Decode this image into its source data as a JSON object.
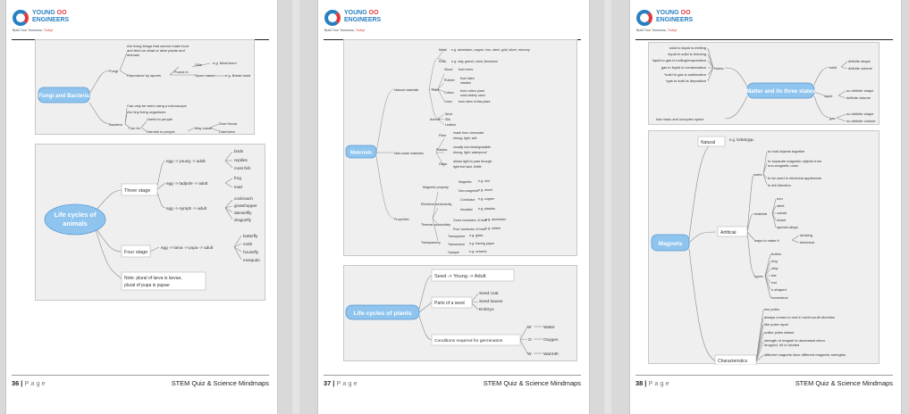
{
  "logo": {
    "line1": "YOUNG",
    "line1b": "OO",
    "line2": "ENGINEERS",
    "tagline": "Build Your Tomorrow,",
    "tagline_em": "Today!"
  },
  "footer": {
    "book_title": "STEM Quiz & Science Mindmaps",
    "page_word": "P a g e"
  },
  "pages": [
    {
      "number": "36",
      "maps": [
        {
          "central": "Fungi and Bacteria",
          "nodes": {
            "fungi": "Fungi",
            "fungi_def": [
              "Are living things that cannot make food",
              "and feed on dead or alive plants and",
              "animals"
            ],
            "reproduce": "Reproduce by spores",
            "found_in": "Found in",
            "gills": "Gills",
            "spore_cases": "Spore cases",
            "eg_mushroom": "e.g. Mushroom",
            "eg_bread": "e.g. Bread mold",
            "bacteria": "Bacteria",
            "bac_1": "Can only be seen using a microscope",
            "bac_2": "Are tiny living organisms",
            "can_be": "Can be",
            "useful": "Useful to people",
            "harmful": "Harmful to people",
            "may_cause": "May cause",
            "sore_throat": "Sore throat",
            "diarrhoea": "Diarrhoea"
          }
        },
        {
          "central": [
            "Life cycles of",
            "animals"
          ],
          "nodes": {
            "three_stage": "Three stage",
            "four_stage": "Four stage",
            "seq1": "egg -> young -> adult",
            "seq2": "egg -> tadpole -> adult",
            "seq3": "egg -> nymph -> adult",
            "seq4": "egg -> larva -> pupa -> adult",
            "g1": [
              "birds",
              "reptiles",
              "most fish"
            ],
            "g2": [
              "frog",
              "toad"
            ],
            "g3": [
              "cockroach",
              "grasshopper",
              "damselfly",
              "dragonfly"
            ],
            "g4": [
              "butterfly",
              "moth",
              "housefly",
              "mosquito"
            ],
            "note": [
              "Note: plural of larva is larvae,",
              "plural of pupa is pupae"
            ]
          }
        }
      ]
    },
    {
      "number": "37",
      "maps": [
        {
          "central": "Materials",
          "natural": "Natural materials",
          "man_made": "Man-made materials",
          "properties": "Properties",
          "natural_items": [
            [
              "Metal",
              "e.g. aluminium, copper, iron, steel, gold, silver, mercury"
            ],
            [
              "Rock",
              "e.g. clay, gravel, sand, limestone"
            ],
            [
              "Wood",
              "from trees"
            ],
            [
              "Rubber",
              "from latex"
            ],
            [
              "Cotton",
              "from cotton plant"
            ],
            [
              "Linen",
              "from stem of flax plant"
            ]
          ],
          "rubber_extra": "elastics",
          "cotton_extra": "most widely used",
          "plant": "Plant",
          "animal": "Animal",
          "animal_items": [
            "Wool",
            "Silk",
            "Leather"
          ],
          "manmade_items": [
            [
              "Fibre",
              "made from chemicals",
              "strong, light, soft"
            ],
            [
              "Plastics",
              "usually non-biodegradable",
              "strong, light, waterproof"
            ],
            [
              "Glass",
              "allows light to pass through",
              "light but hard, brittle"
            ]
          ],
          "prop_items": [
            [
              "Magnetic property",
              "Magnetic",
              "e.g. iron",
              "Non-magnetic",
              "e.g. wood"
            ],
            [
              "Electrical conductivity",
              "Conductor",
              "e.g. copper",
              "Insulator",
              "e.g. plastics"
            ],
            [
              "Thermal conductivity",
              "Good conductor of heat",
              "e.g. aluminium",
              "Poor conductor of heat",
              "e.g. rubber"
            ]
          ],
          "transparency": "Transparency",
          "trans_items": [
            [
              "Transparent",
              "e.g. glass"
            ],
            [
              "Translucent",
              "e.g. tracing paper"
            ],
            [
              "Opaque",
              "e.g. ceramic"
            ]
          ]
        },
        {
          "central": "Life cycles of plants",
          "seq": "Seed  ->  Young ->  Adult",
          "parts": "Parts of a seed",
          "parts_items": [
            "Seed coat",
            "Seed leaves",
            "Embryo"
          ],
          "conditions": "Conditions required for germination",
          "cond_letters": [
            "W",
            "O",
            "W"
          ],
          "cond_items": [
            "Water",
            "Oxygen",
            "Warmth"
          ]
        }
      ]
    },
    {
      "number": "38",
      "maps": [
        {
          "central": "Matter and its three states",
          "notes": "Notes",
          "notes_items": [
            "solid to liquid is melting",
            "liquid to solid is freezing",
            "liquid to gas is boiling/evaporation",
            "gas to liquid is condensation",
            "*solid to gas is sublimation",
            "*gas to solid is deposition"
          ],
          "solid": "solid",
          "solid_items": [
            "definite shape",
            "definite volume"
          ],
          "liquid": "liquid",
          "liquid_items": [
            "no definite shape",
            "definite volume"
          ],
          "gas": "gas",
          "gas_items": [
            "no definite shape",
            "no definite volume"
          ],
          "mass": "has mass and occupies space"
        },
        {
          "central": "Magnets",
          "natural": "Natural",
          "natural_eg": "e.g. lodestone",
          "artificial": "Artificial",
          "uses": "uses",
          "uses_items": [
            "to hold objects together",
            "to separate magnetic objects from",
            "non-magnetic ones",
            "to be used in electrical appliances",
            "to tell direction"
          ],
          "material": "material",
          "material_items": [
            "iron",
            "steel",
            "cobalt",
            "nickel",
            "special alloys"
          ],
          "ways": "ways to make it",
          "ways_items": [
            "stroking",
            "electrical"
          ],
          "types": "types",
          "types_items": [
            "button",
            "ring",
            "strip",
            "bar",
            "rod",
            "u-shaped",
            "horseshoe"
          ],
          "characteristics": "Characteristics",
          "char_items": [
            "two poles",
            "always comes to rest in north-south direction",
            "like poles repel",
            "unlike poles attract",
            "strength of magnet is decreased when",
            "dropped, hit or heated",
            "different magnets have different magnetic strengths"
          ]
        }
      ]
    }
  ],
  "colors": {
    "bubble": "#8ec4ee",
    "bubble_border": "#5a9bd4",
    "bubble_text": "#ffffff",
    "accent_red": "#e13a3a",
    "accent_blue": "#2a7fc1"
  }
}
